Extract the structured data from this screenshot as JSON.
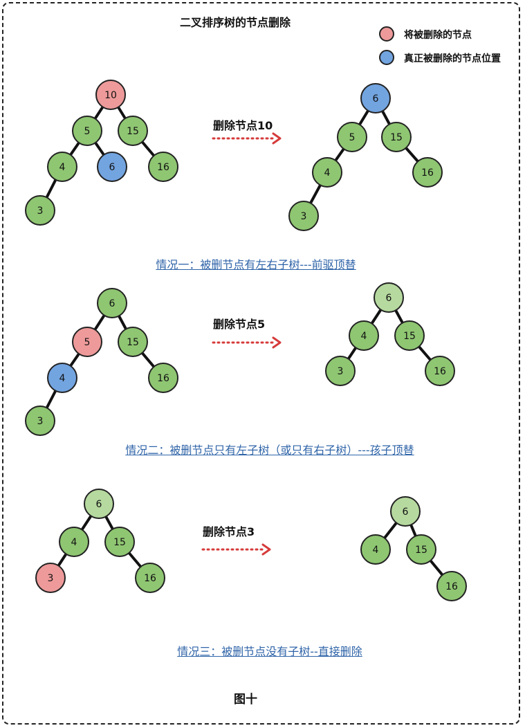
{
  "title": "二叉排序树的节点删除",
  "legend": [
    {
      "label": "将被删除的节点",
      "color": "#ee9a9a"
    },
    {
      "label": "真正被删除的节点位置",
      "color": "#72a4e0"
    }
  ],
  "colors": {
    "normal": "#8fc672",
    "light": "#b6d99f",
    "delete": "#ee9a9a",
    "actual": "#72a4e0",
    "arrow": "#d63a3a",
    "edge": "#111111"
  },
  "cases": [
    {
      "operation": "删除节点10",
      "label": "情况一：被删节点有左右子树---前驱顶替",
      "before": {
        "nodes": [
          {
            "value": "10",
            "type": "delete"
          },
          {
            "value": "5",
            "type": "normal"
          },
          {
            "value": "15",
            "type": "normal"
          },
          {
            "value": "4",
            "type": "normal"
          },
          {
            "value": "6",
            "type": "actual"
          },
          {
            "value": "16",
            "type": "normal"
          },
          {
            "value": "3",
            "type": "normal"
          }
        ],
        "edges": [
          [
            0,
            1
          ],
          [
            0,
            2
          ],
          [
            1,
            3
          ],
          [
            1,
            4
          ],
          [
            2,
            5
          ],
          [
            3,
            6
          ]
        ]
      },
      "after": {
        "nodes": [
          {
            "value": "6",
            "type": "actual"
          },
          {
            "value": "5",
            "type": "normal"
          },
          {
            "value": "15",
            "type": "normal"
          },
          {
            "value": "4",
            "type": "normal"
          },
          {
            "value": "16",
            "type": "normal"
          },
          {
            "value": "3",
            "type": "normal"
          }
        ],
        "edges": [
          [
            0,
            1
          ],
          [
            0,
            2
          ],
          [
            1,
            3
          ],
          [
            2,
            4
          ],
          [
            3,
            5
          ]
        ]
      }
    },
    {
      "operation": "删除节点5",
      "label": "情况二：被删节点只有左子树（或只有右子树）---孩子顶替",
      "before": {
        "nodes": [
          {
            "value": "6",
            "type": "normal"
          },
          {
            "value": "5",
            "type": "delete"
          },
          {
            "value": "15",
            "type": "normal"
          },
          {
            "value": "4",
            "type": "actual"
          },
          {
            "value": "16",
            "type": "normal"
          },
          {
            "value": "3",
            "type": "normal"
          }
        ],
        "edges": [
          [
            0,
            1
          ],
          [
            0,
            2
          ],
          [
            1,
            3
          ],
          [
            2,
            4
          ],
          [
            3,
            5
          ]
        ]
      },
      "after": {
        "nodes": [
          {
            "value": "6",
            "type": "light"
          },
          {
            "value": "4",
            "type": "normal"
          },
          {
            "value": "15",
            "type": "normal"
          },
          {
            "value": "3",
            "type": "normal"
          },
          {
            "value": "16",
            "type": "normal"
          }
        ],
        "edges": [
          [
            0,
            1
          ],
          [
            0,
            2
          ],
          [
            1,
            3
          ],
          [
            2,
            4
          ]
        ]
      }
    },
    {
      "operation": "删除节点3",
      "label": "情况三：被删节点没有子树--直接删除",
      "before": {
        "nodes": [
          {
            "value": "6",
            "type": "light"
          },
          {
            "value": "4",
            "type": "normal"
          },
          {
            "value": "15",
            "type": "normal"
          },
          {
            "value": "3",
            "type": "delete"
          },
          {
            "value": "16",
            "type": "normal"
          }
        ],
        "edges": [
          [
            0,
            1
          ],
          [
            0,
            2
          ],
          [
            1,
            3
          ],
          [
            2,
            4
          ]
        ]
      },
      "after": {
        "nodes": [
          {
            "value": "6",
            "type": "light"
          },
          {
            "value": "4",
            "type": "normal"
          },
          {
            "value": "15",
            "type": "normal"
          },
          {
            "value": "16",
            "type": "normal"
          }
        ],
        "edges": [
          [
            0,
            1
          ],
          [
            0,
            2
          ],
          [
            2,
            3
          ]
        ]
      }
    }
  ],
  "figure_caption": "图十"
}
